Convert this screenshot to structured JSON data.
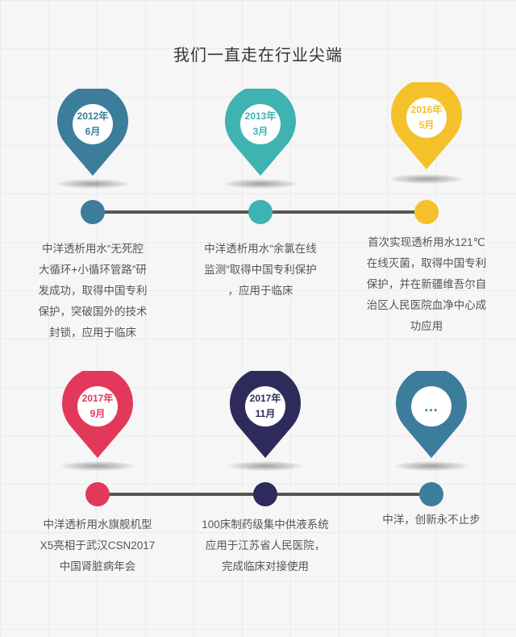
{
  "title": "我们一直走在行业尖端",
  "milestones": [
    {
      "year": "2012年",
      "month": "6月",
      "color": "#3c7d9b",
      "lines": [
        "中洋透析用水“无死腔",
        "大循环+小循环管路”研",
        "发成功，取得中国专利",
        "保护，突破国外的技术",
        "封锁，应用于临床"
      ]
    },
    {
      "year": "2013年",
      "month": "3月",
      "color": "#3fb3b1",
      "lines": [
        "中洋透析用水“余氯在线",
        "监测”取得中国专利保护",
        "，应用于临床"
      ]
    },
    {
      "year": "2016年",
      "month": "5月",
      "color": "#f4c12a",
      "lines": [
        "首次实现透析用水121℃",
        "在线灭菌，取得中国专利",
        "保护，并在新疆维吾尔自",
        "治区人民医院血净中心成",
        "功应用"
      ]
    },
    {
      "year": "2017年",
      "month": "9月",
      "color": "#e2395a",
      "lines": [
        "中洋透析用水旗舰机型",
        "X5亮相于武汉CSN2017",
        "中国肾脏病年会"
      ]
    },
    {
      "year": "2017年",
      "month": "11月",
      "color": "#2e2b5c",
      "lines": [
        "100床制药级集中供液系统",
        "应用于江苏省人民医院，",
        "完成临床对接使用"
      ]
    },
    {
      "ellipsis": "…",
      "color": "#3c7d9b",
      "lines": [
        "中洋，创新永不止步"
      ]
    }
  ]
}
